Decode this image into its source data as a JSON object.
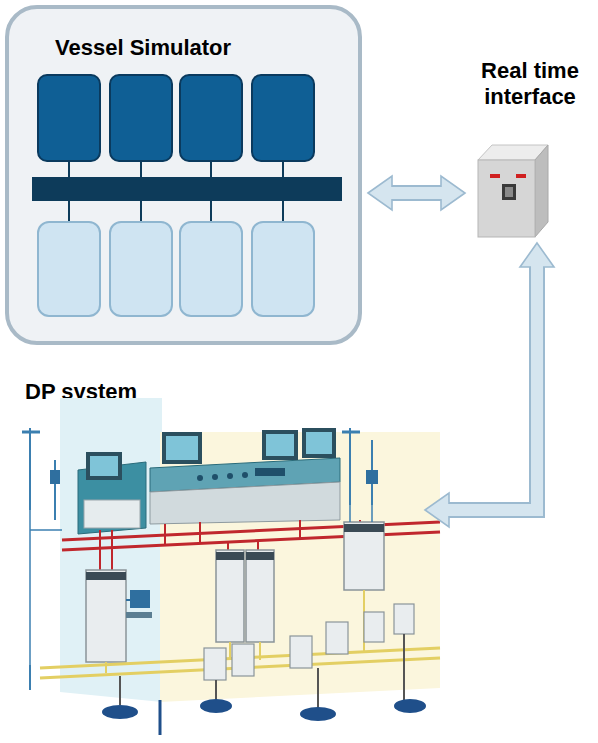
{
  "diagram": {
    "nodes": [
      {
        "text": [
          "Vessel Simulator"
        ]
      },
      {
        "text": [
          "Real time interface"
        ]
      },
      {
        "text": [
          "DP system"
        ]
      }
    ],
    "edges": [
      {
        "from": 0,
        "to": 1,
        "arrow": "both"
      },
      {
        "from": 1,
        "to": 2,
        "arrow": "both"
      }
    ]
  }
}
